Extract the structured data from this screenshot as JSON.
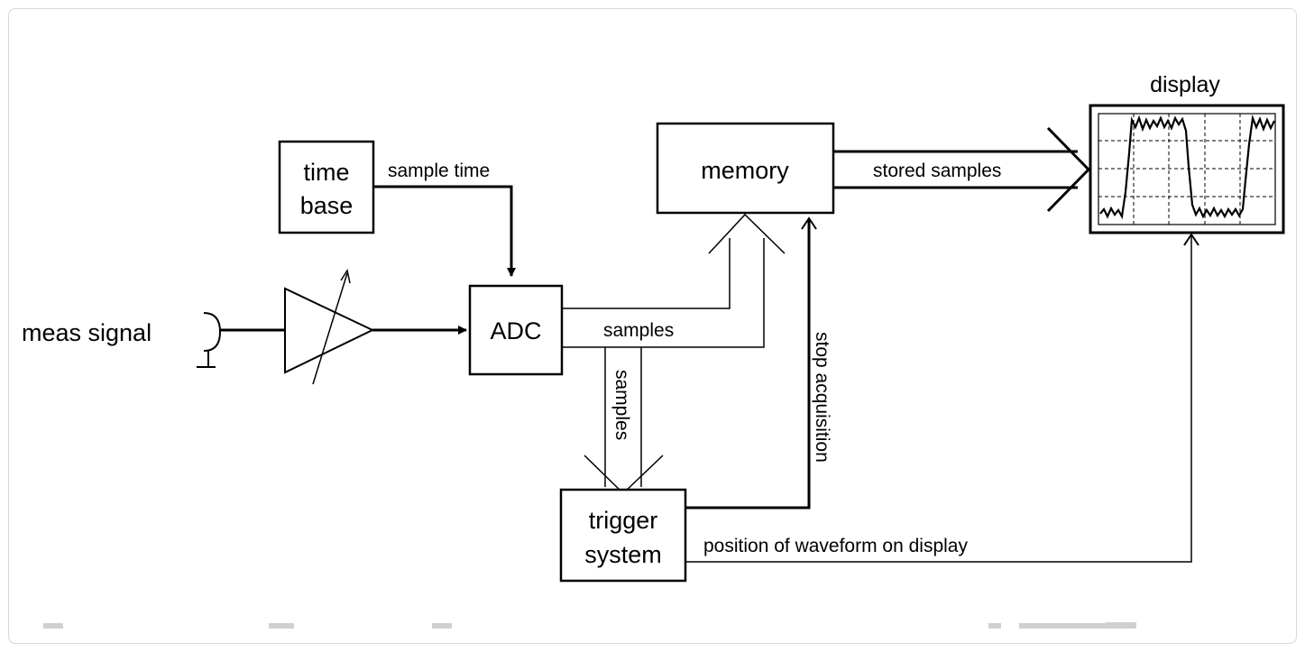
{
  "diagram": {
    "blocks": {
      "time_base": [
        "time",
        "base"
      ],
      "memory": "memory",
      "adc": "ADC",
      "trigger_system": [
        "trigger",
        "system"
      ],
      "display": "display"
    },
    "input": {
      "label": "meas signal"
    },
    "signals": {
      "sample_time": "sample time",
      "stored_samples": "stored samples",
      "samples_horizontal": "samples",
      "samples_vertical": "samples",
      "stop_acquisition": "stop acquisition",
      "position_of_waveform": "position of waveform on display"
    }
  }
}
